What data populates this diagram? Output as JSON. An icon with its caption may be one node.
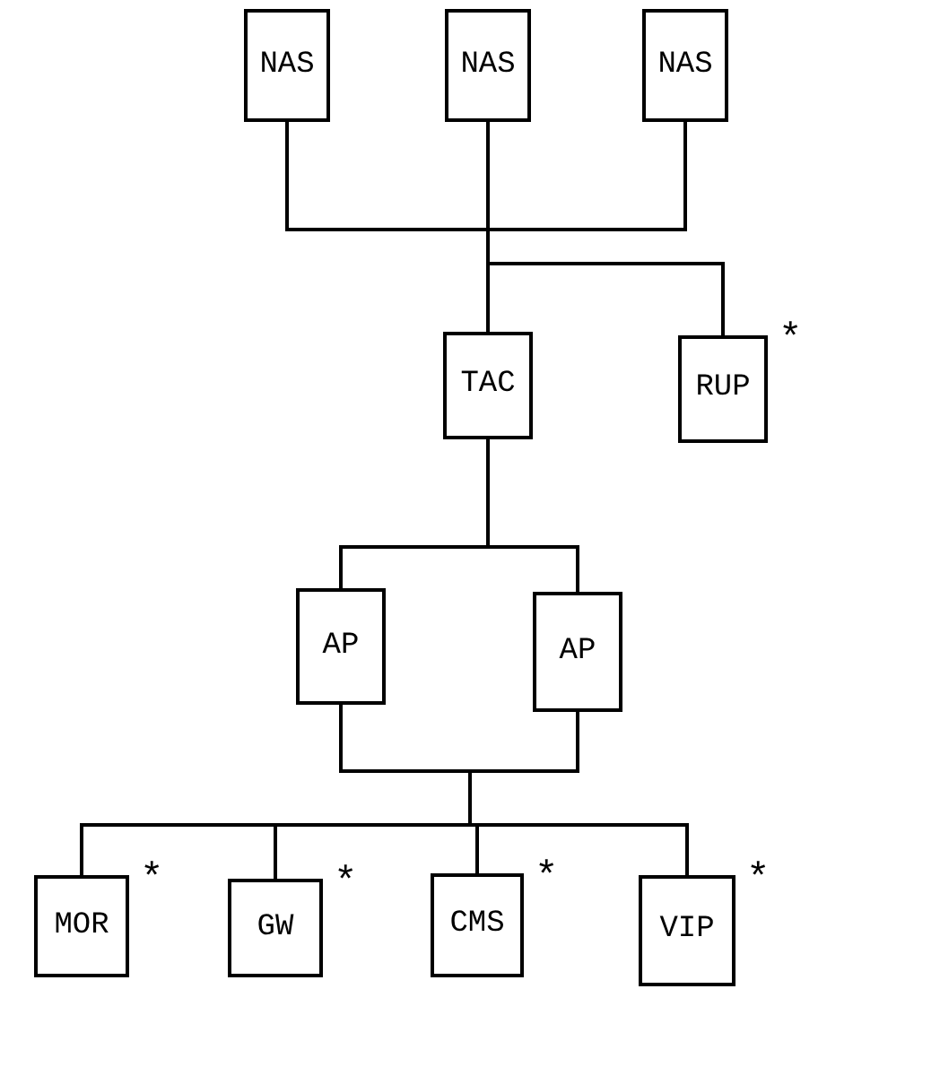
{
  "diagram": {
    "nodes": [
      {
        "text": [
          "NAS"
        ]
      },
      {
        "text": [
          "NAS"
        ]
      },
      {
        "text": [
          "NAS"
        ]
      },
      {
        "text": [
          "TAC"
        ]
      },
      {
        "text": [
          "RUP"
        ],
        "beside": [
          "*"
        ]
      },
      {
        "text": [
          "AP"
        ]
      },
      {
        "text": [
          "AP"
        ]
      },
      {
        "text": [
          "MOR"
        ],
        "beside": [
          "*"
        ]
      },
      {
        "text": [
          "GW"
        ],
        "beside": [
          "*"
        ]
      },
      {
        "text": [
          "CMS"
        ],
        "beside": [
          "*"
        ]
      },
      {
        "text": [
          "VIP"
        ],
        "beside": [
          "*"
        ]
      }
    ],
    "edges": [
      {
        "from": 0,
        "to": 3,
        "arrow": "none"
      },
      {
        "from": 1,
        "to": 3,
        "arrow": "none"
      },
      {
        "from": 2,
        "to": 3,
        "arrow": "none"
      },
      {
        "from": 0,
        "to": 4,
        "arrow": "none"
      },
      {
        "from": 1,
        "to": 4,
        "arrow": "none"
      },
      {
        "from": 2,
        "to": 4,
        "arrow": "none"
      },
      {
        "from": 3,
        "to": 5,
        "arrow": "none"
      },
      {
        "from": 3,
        "to": 6,
        "arrow": "none"
      },
      {
        "from": 5,
        "to": 7,
        "arrow": "none"
      },
      {
        "from": 5,
        "to": 8,
        "arrow": "none"
      },
      {
        "from": 5,
        "to": 9,
        "arrow": "none"
      },
      {
        "from": 5,
        "to": 10,
        "arrow": "none"
      },
      {
        "from": 6,
        "to": 7,
        "arrow": "none"
      },
      {
        "from": 6,
        "to": 8,
        "arrow": "none"
      },
      {
        "from": 6,
        "to": 9,
        "arrow": "none"
      },
      {
        "from": 6,
        "to": 10,
        "arrow": "none"
      }
    ]
  }
}
